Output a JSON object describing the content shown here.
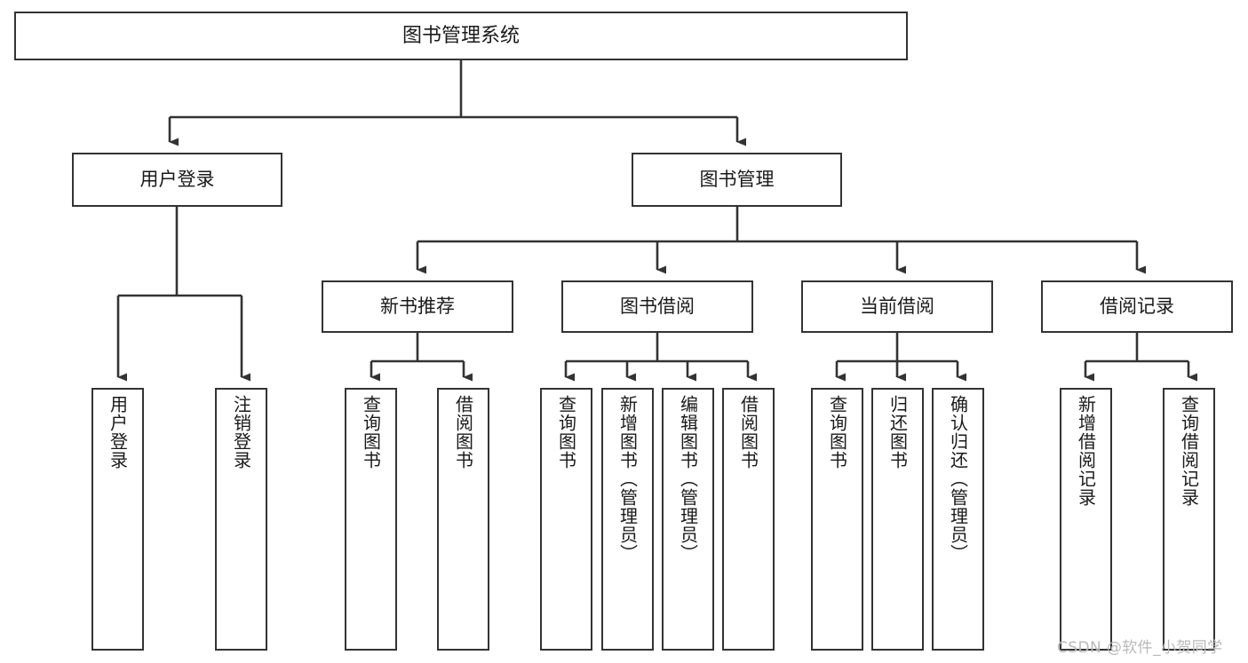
{
  "diagram": {
    "title": "图书管理系统",
    "type": "tree-hierarchy",
    "colors": {
      "node_border": "#333333",
      "node_fill": "#ffffff",
      "edge": "#333333",
      "text": "#1a1a1a",
      "watermark": "#b9b9b9",
      "background": "#ffffff"
    }
  },
  "nodes": {
    "root": {
      "label": "图书管理系统"
    },
    "level2": [
      {
        "id": "user-login",
        "label": "用户登录"
      },
      {
        "id": "book-management",
        "label": "图书管理"
      }
    ],
    "level3": [
      {
        "id": "new-book-recommend",
        "label": "新书推荐"
      },
      {
        "id": "book-borrow",
        "label": "图书借阅"
      },
      {
        "id": "current-borrow",
        "label": "当前借阅"
      },
      {
        "id": "borrow-record",
        "label": "借阅记录"
      }
    ],
    "leaves": {
      "user-login": [
        {
          "id": "leaf-user-login",
          "label": "用户登录"
        },
        {
          "id": "leaf-logout-login",
          "label": "注销登录"
        }
      ],
      "new-book-recommend": [
        {
          "id": "leaf-query-book-1",
          "label": "查询图书"
        },
        {
          "id": "leaf-borrow-book-1",
          "label": "借阅图书"
        }
      ],
      "book-borrow": [
        {
          "id": "leaf-query-book-2",
          "label": "查询图书"
        },
        {
          "id": "leaf-add-book",
          "label": "新增图书（管理员）"
        },
        {
          "id": "leaf-edit-book",
          "label": "编辑图书（管理员）"
        },
        {
          "id": "leaf-borrow-book-2",
          "label": "借阅图书"
        }
      ],
      "current-borrow": [
        {
          "id": "leaf-query-book-3",
          "label": "查询图书"
        },
        {
          "id": "leaf-return-book",
          "label": "归还图书"
        },
        {
          "id": "leaf-confirm-return",
          "label": "确认归还（管理员）"
        }
      ],
      "borrow-record": [
        {
          "id": "leaf-add-record",
          "label": "新增借阅记录"
        },
        {
          "id": "leaf-query-record",
          "label": "查询借阅记录"
        }
      ]
    }
  },
  "watermark": {
    "text": "CSDN @软件_小贺同学"
  }
}
